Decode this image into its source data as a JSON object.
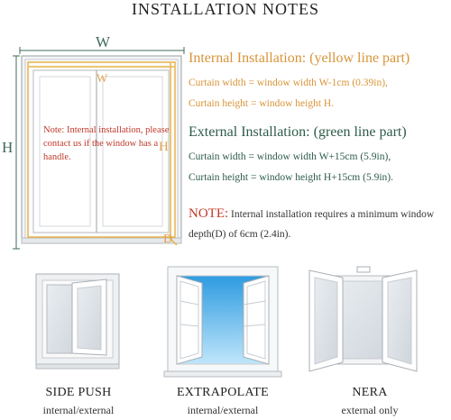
{
  "title": "INSTALLATION NOTES",
  "labels": {
    "W": "W",
    "H": "H",
    "inner_W": "W",
    "inner_H": "H",
    "D": "D"
  },
  "left_note": "Note: Internal installation, please contact us if the window has a handle.",
  "internal": {
    "heading": "Internal Installation: (yellow line part)",
    "line1": "Curtain width = window width W-1cm (0.39in),",
    "line2": "Curtain height = window height H."
  },
  "external": {
    "heading": "External Installation: (green line part)",
    "line1": "Curtain width = window width W+15cm (5.9in),",
    "line2": "Curtain height = window height H+15cm (5.9in)."
  },
  "note": {
    "label": "NOTE:",
    "text": " Internal installation requires a minimum window depth(D) of 6cm (2.4in)."
  },
  "types": [
    {
      "name": "SIDE PUSH",
      "sub": "internal/external"
    },
    {
      "name": "EXTRAPOLATE",
      "sub": "internal/external"
    },
    {
      "name": "NERA",
      "sub": "external only"
    }
  ],
  "colors": {
    "yellow_line": "#e8b34a",
    "green_line": "#3f6a58",
    "note_red": "#c0392b"
  }
}
